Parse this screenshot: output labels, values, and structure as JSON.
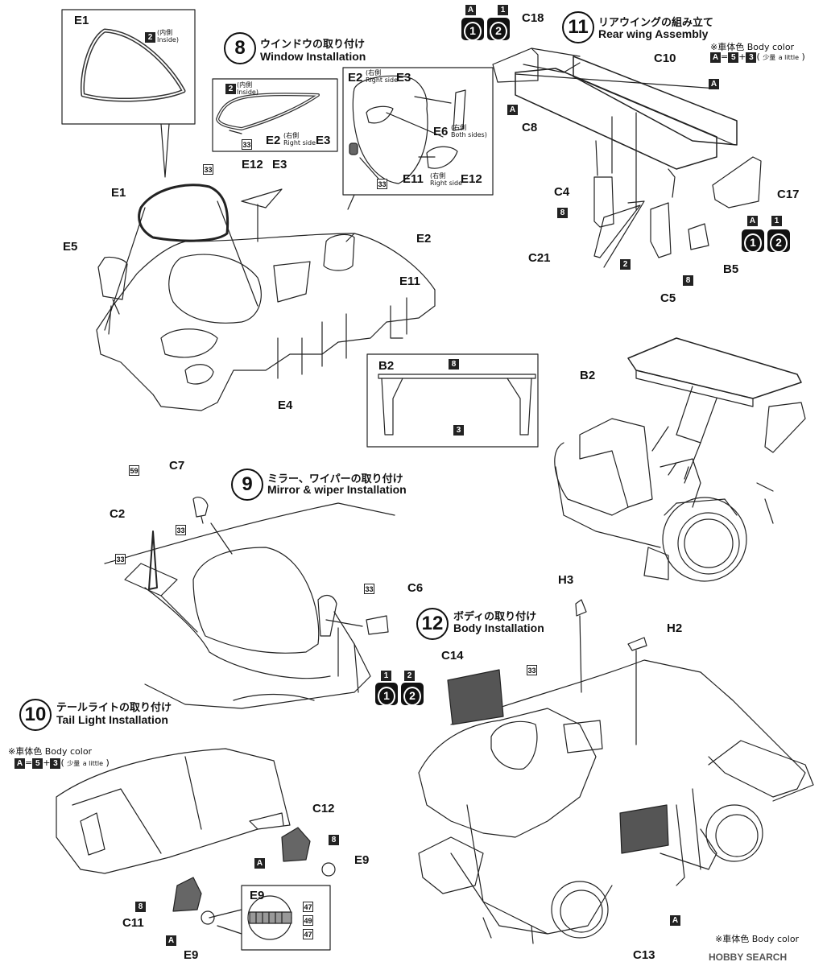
{
  "steps": {
    "s8": {
      "num": "8",
      "jp": "ウインドウの取り付け",
      "en": "Window Installation"
    },
    "s9": {
      "num": "9",
      "jp": "ミラー、ワイパーの取り付け",
      "en": "Mirror & wiper Installation"
    },
    "s10": {
      "num": "10",
      "jp": "テールライトの取り付け",
      "en": "Tail Light Installation"
    },
    "s11": {
      "num": "11",
      "jp": "リアウイングの組み立て",
      "en": "Rear wing Assembly"
    },
    "s12": {
      "num": "12",
      "jp": "ボディの取り付け",
      "en": "Body Installation"
    }
  },
  "body_color": {
    "jp": "※車体色",
    "en": "Body color",
    "formula_a": "A",
    "eq": "=",
    "c5": "5",
    "plus": "+",
    "c3": "3",
    "jp_little": "少量",
    "en_little": "a little"
  },
  "inside": {
    "jp": "内側",
    "en": "Inside"
  },
  "right_side": {
    "jp": "右側",
    "en": "Right side"
  },
  "both_sides": {
    "jp": "右側",
    "en": "Both sides"
  },
  "parts": {
    "E1": "E1",
    "E2": "E2",
    "E3": "E3",
    "E4": "E4",
    "E5": "E5",
    "E6": "E6",
    "E9": "E9",
    "E11": "E11",
    "E12": "E12",
    "C2": "C2",
    "C4": "C4",
    "C5": "C5",
    "C6": "C6",
    "C7": "C7",
    "C8": "C8",
    "C10": "C10",
    "C11": "C11",
    "C12": "C12",
    "C13": "C13",
    "C14": "C14",
    "C17": "C17",
    "C18": "C18",
    "C21": "C21",
    "B2": "B2",
    "B5": "B5",
    "H2": "H2",
    "H3": "H3"
  },
  "colors": {
    "n2": "2",
    "n3": "3",
    "n8": "8",
    "n33": "33",
    "n47": "47",
    "n49": "49",
    "n59": "59",
    "a": "A",
    "n1": "1"
  },
  "badges": {
    "one": "1",
    "two": "2"
  },
  "watermark": "HOBBY SEARCH"
}
